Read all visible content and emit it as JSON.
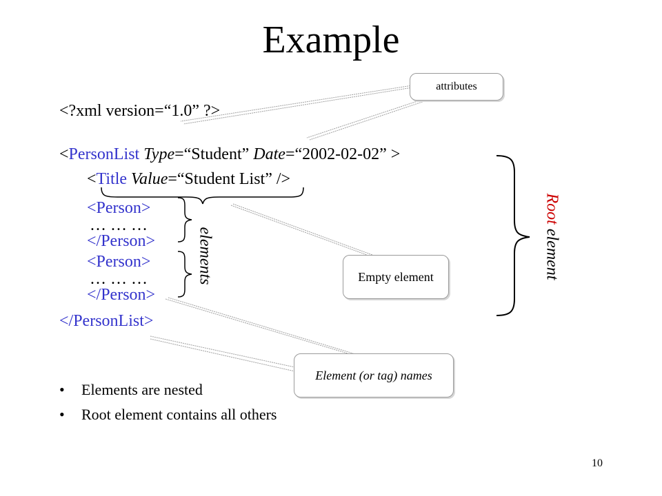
{
  "title": "Example",
  "code": {
    "line1": "<?xml  version=“1.0” ?>",
    "line2": {
      "open": "<",
      "tag": "PersonList",
      "attr1": "Type",
      "val1": "=“Student”  ",
      "attr2": "Date",
      "val2": "=“2002-02-02” >"
    },
    "line3": {
      "open": "<",
      "tag": "Title",
      "attr": "Value",
      "val": "=“Student List” />"
    },
    "person_open": "<Person>",
    "ellipsis": "… … …",
    "person_close": "</Person>",
    "personlist_close": "</PersonList>"
  },
  "callouts": {
    "attributes": "attributes",
    "empty_element": "Empty element",
    "element_names": "Element (or tag) names"
  },
  "labels": {
    "elements": "elements",
    "root_word": "Root",
    "root_rest": " element"
  },
  "bullets": [
    "Elements are nested",
    "Root element contains all others"
  ],
  "page_number": "10"
}
